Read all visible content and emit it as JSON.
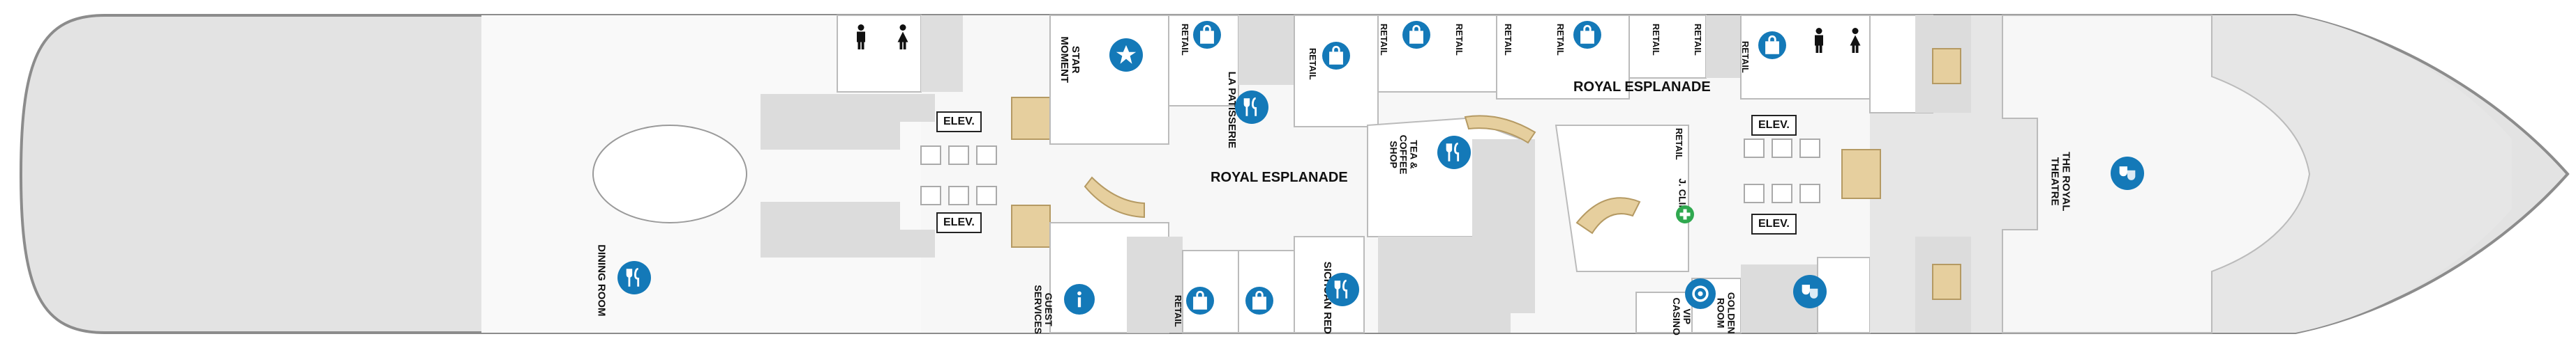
{
  "deck": {
    "venues": {
      "royal_esplanade_center": "ROYAL ESPLANADE",
      "royal_esplanade_right": "ROYAL ESPLANADE",
      "dining_room": "DINING ROOM",
      "star_moment": "STAR\nMOMENT",
      "la_patisserie": "LA PATISSERIE",
      "tea_coffee_shop": "TEA &\nCOFFEE\nSHOP",
      "guest_services": "GUEST\nSERVICES",
      "sichuan_red": "SICHUAN RED",
      "j_clinic": "J. CLINIC",
      "vip_casino": "VIP\nCASINO",
      "golden_room": "GOLDEN\nROOM",
      "the_royal_theatre": "THE ROYAL\nTHEATRE"
    },
    "retail_label": "RETAIL",
    "elevator_label": "ELEV.",
    "colors": {
      "hull_fill": "#e6e6e6",
      "interior_fill": "#f7f7f7",
      "icon_blue": "#1479b8",
      "stair_tan": "#e6cf9e",
      "clinic_green": "#2fa84f"
    },
    "icons": [
      "dining-icon",
      "star-icon",
      "shopping-bag-icon",
      "coffee-icon",
      "info-icon",
      "medical-cross-icon",
      "casino-chip-icon",
      "theatre-masks-icon",
      "restroom-icon"
    ]
  }
}
